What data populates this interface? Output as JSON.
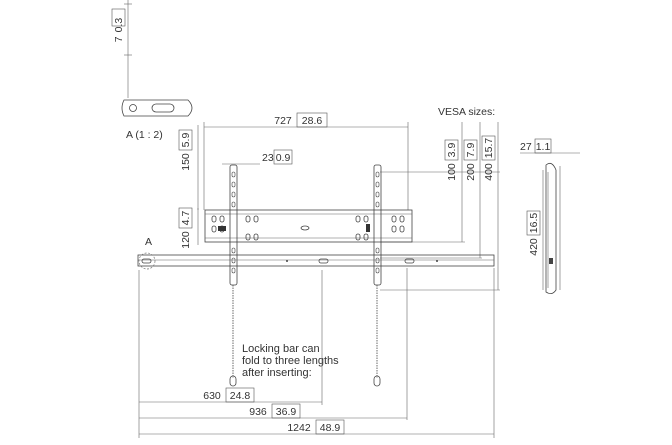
{
  "detail": {
    "label": "A (1 : 2)",
    "marker": "A"
  },
  "vesa_header": "VESA sizes:",
  "note": [
    "Locking bar can",
    "fold to three lengths",
    "after inserting:"
  ],
  "dims": {
    "d7": {
      "v": "7",
      "b": "0.3"
    },
    "d727": {
      "v": "727",
      "b": "28.6"
    },
    "d150": {
      "v": "150",
      "b": "5.9"
    },
    "d23": {
      "v": "23",
      "b": "0.9"
    },
    "d120": {
      "v": "120",
      "b": "4.7"
    },
    "d100": {
      "v": "100",
      "b": "3.9"
    },
    "d200": {
      "v": "200",
      "b": "7.9"
    },
    "d400": {
      "v": "400",
      "b": "15.7"
    },
    "d27": {
      "v": "27",
      "b": "1.1"
    },
    "d420": {
      "v": "420",
      "b": "16.5"
    },
    "d630": {
      "v": "630",
      "b": "24.8"
    },
    "d936": {
      "v": "936",
      "b": "36.9"
    },
    "d1242": {
      "v": "1242",
      "b": "48.9"
    }
  }
}
